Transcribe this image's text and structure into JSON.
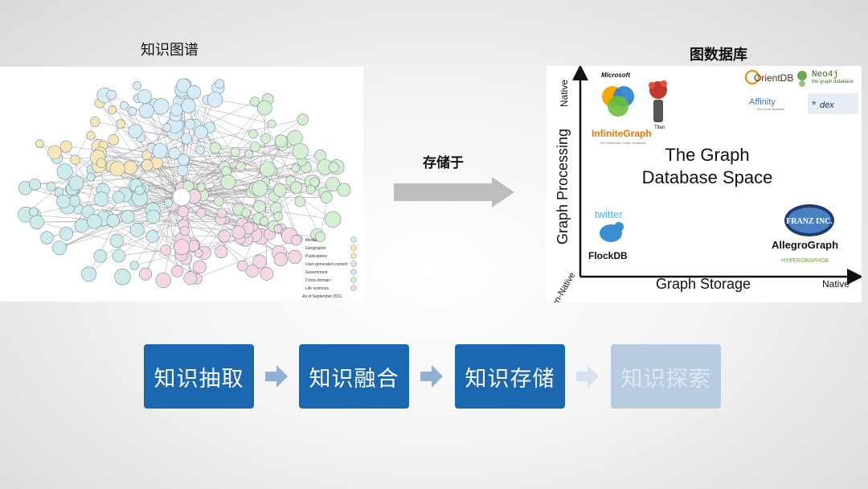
{
  "left_caption": "知识图谱",
  "right_caption": "图数据库",
  "arrow_label": "存储于",
  "kg_image": {
    "legend": [
      "Media",
      "Geographic",
      "Publications",
      "User-generated content",
      "Government",
      "Cross-domain",
      "Life sciences"
    ],
    "footer": "As of September 2011"
  },
  "gdb_panel": {
    "title_line1": "The Graph",
    "title_line2": "Database Space",
    "y_axis": "Graph Processing",
    "x_axis": "Graph Storage",
    "y_top": "Native",
    "x_right": "Native",
    "origin": "Non-Native",
    "products": {
      "microsoft": "Microsoft",
      "infinitegraph": "InfiniteGraph",
      "infinitegraph_sub": "The Distributed Graph Database",
      "titan": "Titan",
      "orientdb": "OrientDB",
      "neo4j": "Neo4j",
      "neo4j_sub": "the graph database",
      "affinity": "Affinity",
      "affinity_sub": "the social database",
      "dex": "dex",
      "twitter": "twitter",
      "flockdb": "FlockDB",
      "franz": "FRANZ INC.",
      "allegrograph": "AllegroGraph",
      "hypergraphdb": "HYPERGRAPHDB"
    }
  },
  "steps": [
    {
      "label": "知识抽取",
      "state": "active"
    },
    {
      "label": "知识融合",
      "state": "active"
    },
    {
      "label": "知识存储",
      "state": "active"
    },
    {
      "label": "知识探索",
      "state": "faded"
    }
  ],
  "colors": {
    "step_active": "#1b67b0",
    "step_faded": "#b8cde0",
    "chevron": "#8fb0d4",
    "chevron_faded": "#d6e2ee",
    "arrow": "#bdbdbd"
  }
}
